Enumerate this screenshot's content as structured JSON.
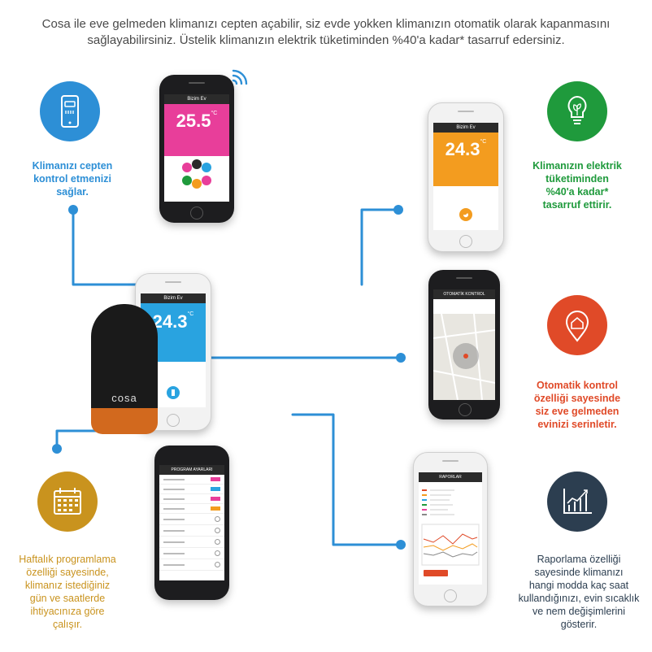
{
  "intro": {
    "line1": "Cosa ile eve gelmeden klimanızı cepten açabilir, siz evde yokken klimanızın otomatik olarak kapanmasını",
    "line2": "sağlayabilirsiniz. Üstelik klimanızın elektrik tüketiminden %40'a kadar* tasarruf edersiniz."
  },
  "features": {
    "remote": {
      "lines": [
        "Klimanızı cepten",
        "kontrol etmenizi",
        "sağlar."
      ],
      "color": "#2d8fd6"
    },
    "saving": {
      "lines": [
        "Klimanızın elektrik",
        "tüketiminden",
        "%40'a kadar*",
        "tasarruf ettirir."
      ],
      "color": "#1f9a3c"
    },
    "auto": {
      "lines": [
        "Otomatik kontrol",
        "özelliği sayesinde",
        "siz eve gelmeden",
        "evinizi serinletir."
      ],
      "color": "#e04a28"
    },
    "weekly": {
      "lines": [
        "Haftalık programlama",
        "özelliği sayesinde,",
        "klimanız istediğiniz",
        "gün ve saatlerde",
        "ihtiyacınıza göre",
        "çalışır."
      ],
      "color": "#c9931e"
    },
    "reports": {
      "lines": [
        "Raporlama özelliği",
        "sayesinde klimanızı",
        "hangi  modda kaç saat",
        "kullandığınızı, evin sıcaklık",
        "ve nem değişimlerini",
        "gösterir."
      ],
      "color": "#2c3e50"
    }
  },
  "phones": {
    "remote": {
      "title": "Bizim Ev",
      "temp": "25.5",
      "unit": "°C",
      "hero_color": "#e83e9a"
    },
    "saving": {
      "title": "Bizim Ev",
      "temp": "24.3",
      "unit": "°C",
      "hero_color": "#f39c1f"
    },
    "center": {
      "title": "Bizim Ev",
      "temp": "24.3",
      "unit": "°C",
      "hero_color": "#29a3e0"
    },
    "auto": {
      "title": "OTOMATİK KONTROL"
    },
    "weekly": {
      "title": "PROGRAM AYARLARI"
    },
    "reports": {
      "title": "RAPORLAR"
    }
  },
  "device": {
    "brand": "cosa"
  },
  "colors": {
    "line": "#2d8fd6",
    "accent_blue": "#2d8fd6"
  }
}
